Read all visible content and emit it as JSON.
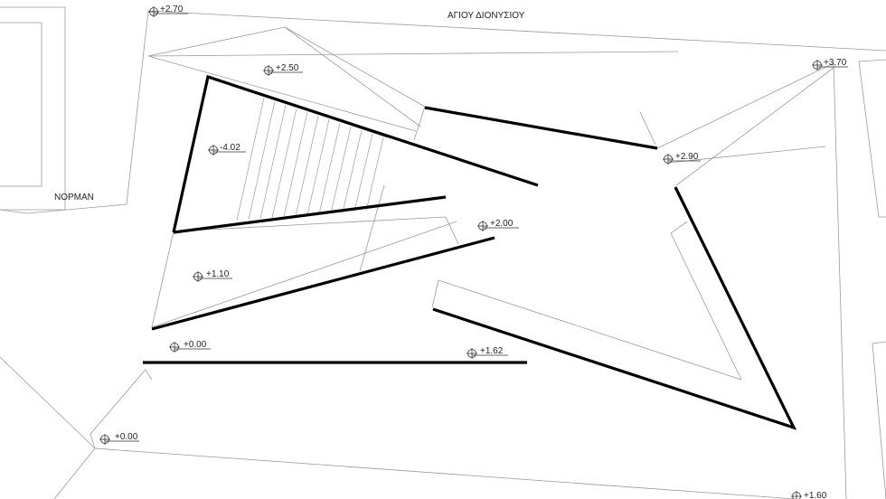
{
  "streets": {
    "top": "ΑΓΙΟΥ ΔΙΟΝΥΣΙΟΥ",
    "left": "ΝΟΡΜΑΝ"
  },
  "levels": [
    "+2.70",
    "+2.50",
    "-4.02",
    "+3.70",
    "+2.90",
    "+2.00",
    "+1.10",
    "+0.00",
    "+1.62",
    "+0.00",
    "+1.60"
  ],
  "colors": {
    "wall": "#000000",
    "outline": "#9a9a9a"
  }
}
